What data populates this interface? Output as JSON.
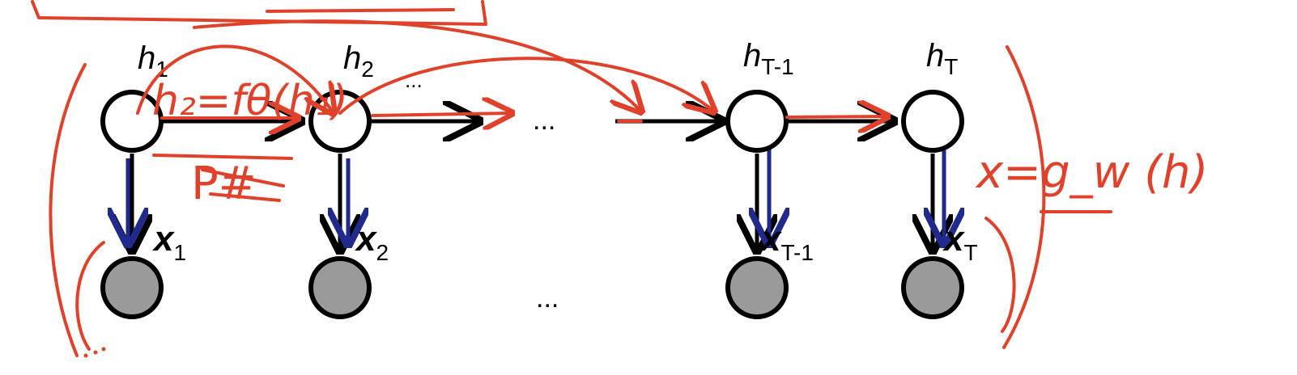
{
  "diagram": {
    "hidden_nodes": [
      {
        "base": "h",
        "sub": "1"
      },
      {
        "base": "h",
        "sub": "2"
      },
      {
        "base": "h",
        "sub": "T-1"
      },
      {
        "base": "h",
        "sub": "T"
      }
    ],
    "observed_nodes": [
      {
        "base": "x",
        "sub": "1"
      },
      {
        "base": "x",
        "sub": "2"
      },
      {
        "base": "x",
        "sub": "T-1"
      },
      {
        "base": "x",
        "sub": "T"
      }
    ],
    "ellipsis": "...",
    "colors": {
      "node_stroke": "#000000",
      "observed_fill": "#9a9a9a",
      "emission_arrow": "#1f2a8c",
      "annotation_ink": "#e0412a"
    }
  },
  "annotations": {
    "transition_formula": "h₂=fθ(h₁)",
    "emission_formula": "x=g_w (h)",
    "scribble": "P#"
  }
}
